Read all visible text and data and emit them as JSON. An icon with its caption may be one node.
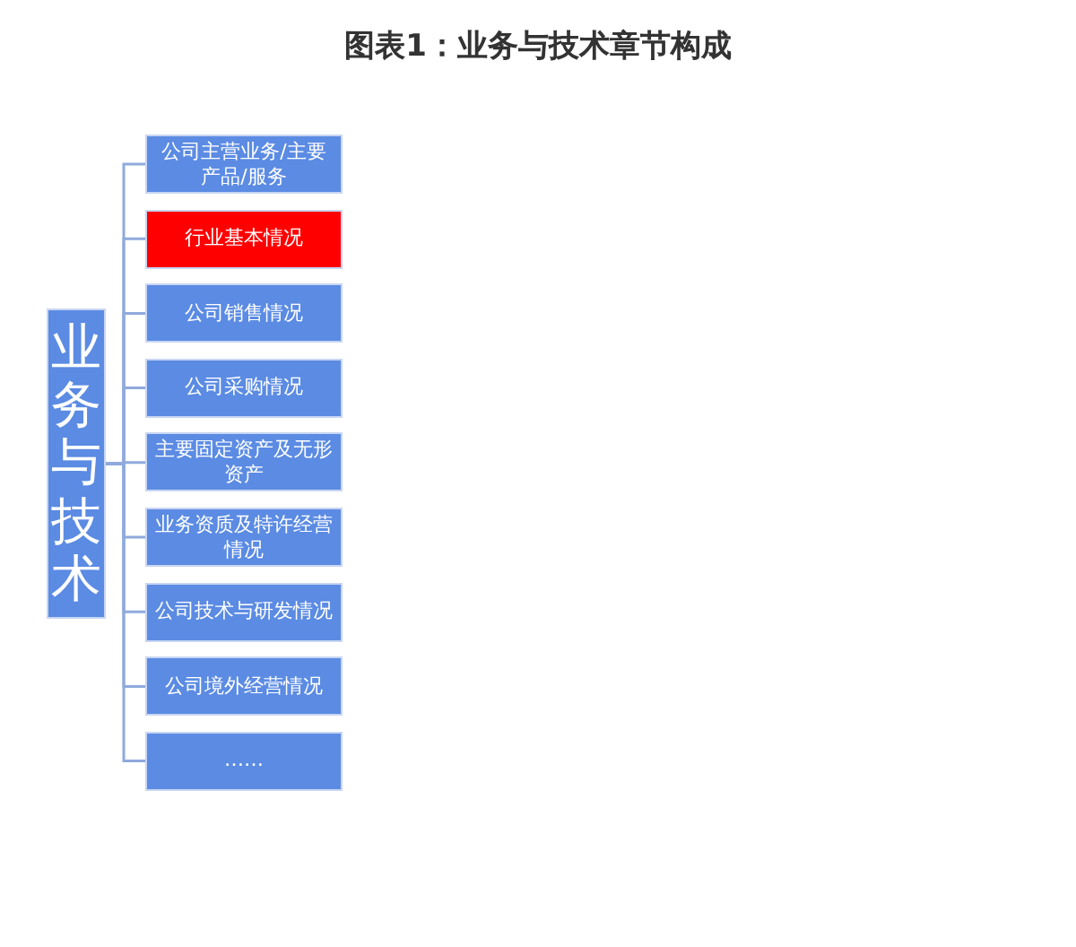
{
  "diagram": {
    "title": "图表1：业务与技术章节构成",
    "nodes": [
      {
        "text": [
          "业务与技术"
        ]
      },
      {
        "text": [
          "公司主营业务/主要产品/服务"
        ]
      },
      {
        "text": [
          "行业基本情况"
        ]
      },
      {
        "text": [
          "公司销售情况"
        ]
      },
      {
        "text": [
          "公司采购情况"
        ]
      },
      {
        "text": [
          "主要固定资产及无形资产"
        ]
      },
      {
        "text": [
          "业务资质及特许经营情况"
        ]
      },
      {
        "text": [
          "公司技术与研发情况"
        ]
      },
      {
        "text": [
          "公司境外经营情况"
        ]
      },
      {
        "text": [
          "……"
        ]
      }
    ],
    "edges": [
      {
        "from": 0,
        "to": 1,
        "arrow": "none"
      },
      {
        "from": 0,
        "to": 2,
        "arrow": "none"
      },
      {
        "from": 0,
        "to": 3,
        "arrow": "none"
      },
      {
        "from": 0,
        "to": 4,
        "arrow": "none"
      },
      {
        "from": 0,
        "to": 5,
        "arrow": "none"
      },
      {
        "from": 0,
        "to": 6,
        "arrow": "none"
      },
      {
        "from": 0,
        "to": 7,
        "arrow": "none"
      },
      {
        "from": 0,
        "to": 8,
        "arrow": "none"
      },
      {
        "from": 0,
        "to": 9,
        "arrow": "none"
      }
    ]
  }
}
